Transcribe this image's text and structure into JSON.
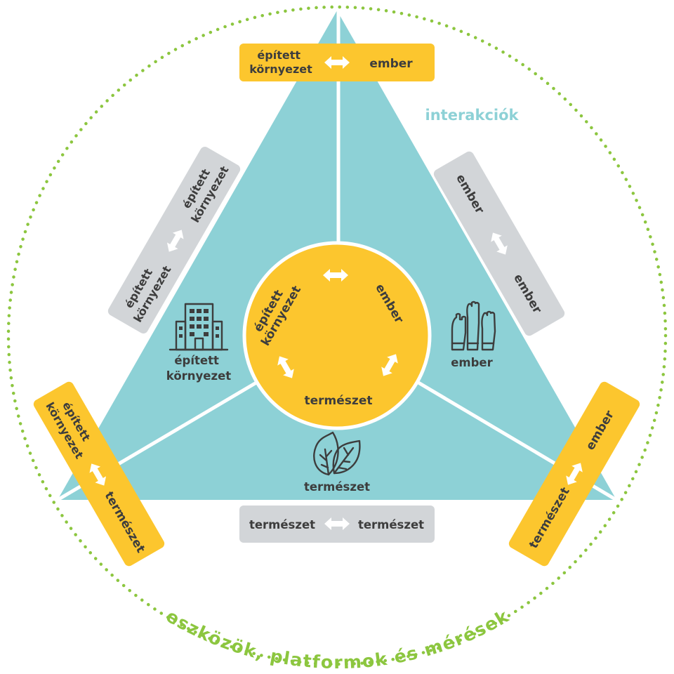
{
  "colors": {
    "teal": "#8dd1d6",
    "yellow": "#fcc62e",
    "gray_badge": "#d2d5d8",
    "dotted_ring": "#8cc63f",
    "interactions_text": "#8dd1d6",
    "dark_text": "#3d3d3d",
    "white": "#ffffff"
  },
  "outer_ring_label": "eszközök, platformok és mérések",
  "interactions_label": "interakciók",
  "center_circle": {
    "label_built": [
      "épített",
      "környezet"
    ],
    "label_human": "ember",
    "label_nature": "természet"
  },
  "sectors": {
    "built": {
      "icon": "building-icon",
      "label": [
        "épített",
        "környezet"
      ]
    },
    "human": {
      "icon": "raised-hands-icon",
      "label": "ember"
    },
    "nature": {
      "icon": "leaves-icon",
      "label": "természet"
    }
  },
  "badges": {
    "top": {
      "left": [
        "épített",
        "környezet"
      ],
      "right": "ember"
    },
    "left_side": {
      "top": [
        "épített",
        "környezet"
      ],
      "bottom": [
        "épített",
        "környezet"
      ]
    },
    "right_side": {
      "top": "ember",
      "bottom": "ember"
    },
    "bottom": {
      "left": "természet",
      "right": "természet"
    },
    "bottom_left": {
      "top": [
        "épített",
        "környezet"
      ],
      "bottom": "természet"
    },
    "bottom_right": {
      "top": "ember",
      "bottom": "természet"
    }
  }
}
